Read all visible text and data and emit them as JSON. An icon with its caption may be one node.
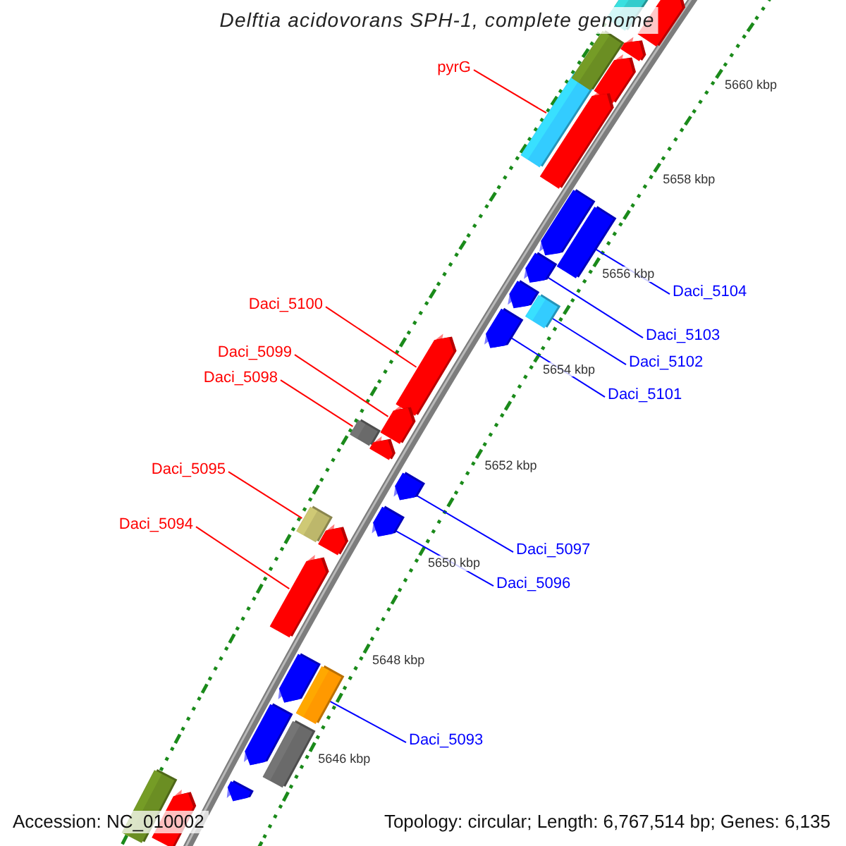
{
  "diagram": {
    "title": "Delftia acidovorans SPH-1, complete genome",
    "nodes": [
      {
        "text": [
          "pyrG"
        ]
      },
      {
        "text": [],
        "shape": "box"
      },
      {
        "text": [
          "Daci_5104"
        ]
      },
      {
        "text": [],
        "shape": "box"
      },
      {
        "text": [
          "Daci_5100"
        ]
      },
      {
        "text": [],
        "shape": "box"
      },
      {
        "text": [
          "Daci_5103"
        ]
      },
      {
        "text": [],
        "shape": "box"
      },
      {
        "text": [
          "Daci_5102"
        ]
      },
      {
        "text": [],
        "shape": "box"
      },
      {
        "text": [
          "Daci_5099"
        ]
      },
      {
        "text": [],
        "shape": "box"
      },
      {
        "text": [
          "Daci_5101"
        ]
      },
      {
        "text": [],
        "shape": "box"
      },
      {
        "text": [
          "Daci_5098"
        ]
      },
      {
        "text": [],
        "shape": "box"
      },
      {
        "text": [
          "Daci_5095"
        ]
      },
      {
        "text": [],
        "shape": "box"
      },
      {
        "text": [
          "Daci_5094"
        ]
      },
      {
        "text": [],
        "shape": "box"
      },
      {
        "text": [
          "Daci_5097"
        ]
      },
      {
        "text": [],
        "shape": "box"
      },
      {
        "text": [
          "Daci_5096"
        ]
      },
      {
        "text": [],
        "shape": "box"
      },
      {
        "text": [
          "Daci_5093"
        ]
      },
      {
        "text": [],
        "shape": "box"
      },
      {
        "text": [],
        "shape": "box"
      },
      {
        "text": [],
        "shape": "box"
      },
      {
        "text": [],
        "shape": "box"
      },
      {
        "text": [],
        "shape": "box"
      },
      {
        "text": [],
        "shape": "box"
      },
      {
        "text": [],
        "shape": "box"
      },
      {
        "text": [],
        "shape": "box"
      },
      {
        "text": [],
        "shape": "box"
      },
      {
        "text": [],
        "shape": "box"
      },
      {
        "text": [],
        "shape": "box"
      },
      {
        "text": [],
        "shape": "box"
      },
      {
        "text": [],
        "shape": "box"
      },
      {
        "text": [],
        "shape": "box"
      },
      {
        "text": [],
        "shape": "box"
      },
      {
        "text": [],
        "shape": "box"
      },
      {
        "text": [],
        "shape": "box"
      }
    ],
    "edges": [
      {
        "from": 0,
        "to": 1,
        "arrow": "none",
        "color": "#ff0000"
      },
      {
        "from": 2,
        "to": 3,
        "arrow": "none",
        "color": "#0000ff"
      },
      {
        "from": 4,
        "to": 5,
        "arrow": "none",
        "color": "#ff0000"
      },
      {
        "from": 6,
        "to": 7,
        "arrow": "none",
        "color": "#0000ff"
      },
      {
        "from": 8,
        "to": 9,
        "arrow": "none",
        "color": "#0000ff"
      },
      {
        "from": 10,
        "to": 11,
        "arrow": "none",
        "color": "#ff0000"
      },
      {
        "from": 12,
        "to": 13,
        "arrow": "none",
        "color": "#0000ff"
      },
      {
        "from": 14,
        "to": 15,
        "arrow": "none",
        "color": "#ff0000"
      },
      {
        "from": 16,
        "to": 17,
        "arrow": "none",
        "color": "#ff0000"
      },
      {
        "from": 18,
        "to": 19,
        "arrow": "none",
        "color": "#ff0000"
      },
      {
        "from": 20,
        "to": 21,
        "arrow": "none",
        "color": "#0000ff"
      },
      {
        "from": 22,
        "to": 23,
        "arrow": "none",
        "color": "#0000ff"
      },
      {
        "from": 24,
        "to": 25,
        "arrow": "none",
        "color": "#0000ff"
      }
    ],
    "labels": [
      "5660 kbp",
      "5658 kbp",
      "5656 kbp",
      "5654 kbp",
      "5652 kbp",
      "5650 kbp",
      "5648 kbp",
      "5646 kbp",
      "Accession: NC_010002",
      "Topology: circular; Length: 6,767,514 bp; Genes: 6,135"
    ]
  }
}
